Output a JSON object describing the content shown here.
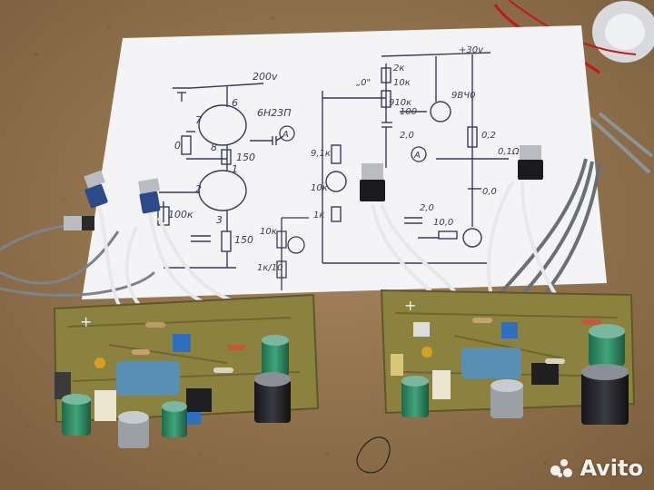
{
  "photo": {
    "subject": "Two assembled amplifier circuit boards lying in front of a hand-drawn schematic sheet",
    "colors": {
      "table": "#9a7a52",
      "paper": "#f4f4f6",
      "pcb": "#8c8240",
      "ink": "#3a3a5a"
    }
  },
  "schematic_left": {
    "supply": "200v",
    "tube": "6Н23П",
    "pins": [
      "6",
      "7",
      "8",
      "1",
      "2",
      "3"
    ],
    "resistors": [
      "150",
      "100к",
      "150"
    ],
    "zero": "0",
    "marker": "A"
  },
  "schematic_right": {
    "supply": "+30v",
    "labels": [
      "„0\"",
      "2к",
      "10к",
      "910к",
      "100",
      "9,1к",
      "10к",
      "1к",
      "2,0",
      "2,0",
      "10,0",
      "9ВЧ0",
      "0,2",
      "0,1Ω",
      "0,0"
    ],
    "marker": "A"
  },
  "schematic_aux": {
    "labels": [
      "10к",
      "1к/10"
    ]
  },
  "watermark": {
    "brand": "Avito"
  }
}
